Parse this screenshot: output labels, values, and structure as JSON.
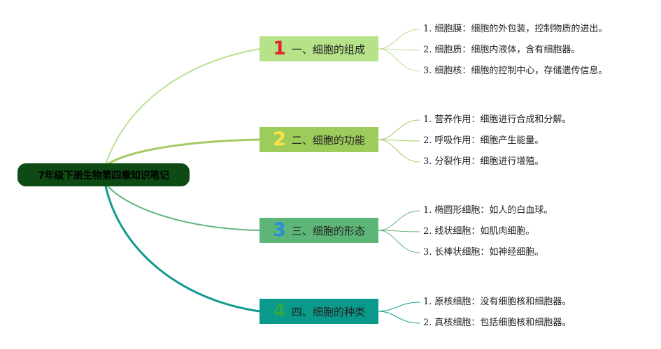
{
  "root": {
    "title": "7年级下册生物第四章知识笔记"
  },
  "branches": [
    {
      "number": "1",
      "title": "一、细胞的组成",
      "box_color": "#b6e38a",
      "number_color": "#e3262b",
      "line_color": "#b9e08f",
      "items": [
        {
          "index": "1.",
          "text": "细胞膜：细胞的外包装，控制物质的进出。"
        },
        {
          "index": "2.",
          "text": "细胞质：细胞内液体，含有细胞器。"
        },
        {
          "index": "3.",
          "text": "细胞核：细胞的控制中心，存储遗传信息。"
        }
      ]
    },
    {
      "number": "2",
      "title": "二、细胞的功能",
      "box_color": "#9ecc5b",
      "number_color": "#ffe14a",
      "line_color": "#a2cc60",
      "items": [
        {
          "index": "1.",
          "text": "营养作用：细胞进行合成和分解。"
        },
        {
          "index": "2.",
          "text": "呼吸作用：细胞产生能量。"
        },
        {
          "index": "3.",
          "text": "分裂作用：细胞进行增殖。"
        }
      ]
    },
    {
      "number": "3",
      "title": "三、细胞的形态",
      "box_color": "#5db677",
      "number_color": "#2a8fd8",
      "line_color": "#62b37c",
      "items": [
        {
          "index": "1.",
          "text": "椭圆形细胞：如人的白血球。"
        },
        {
          "index": "2.",
          "text": "线状细胞：如肌肉细胞。"
        },
        {
          "index": "3.",
          "text": "长棒状细胞：如神经细胞。"
        }
      ]
    },
    {
      "number": "4",
      "title": "四、细胞的种类",
      "box_color": "#0a9a8c",
      "number_color": "#2ea84a",
      "line_color": "#119a8e",
      "items": [
        {
          "index": "1.",
          "text": "原核细胞：没有细胞核和细胞器。"
        },
        {
          "index": "2.",
          "text": "真核细胞：包括细胞核和细胞器。"
        }
      ]
    }
  ]
}
